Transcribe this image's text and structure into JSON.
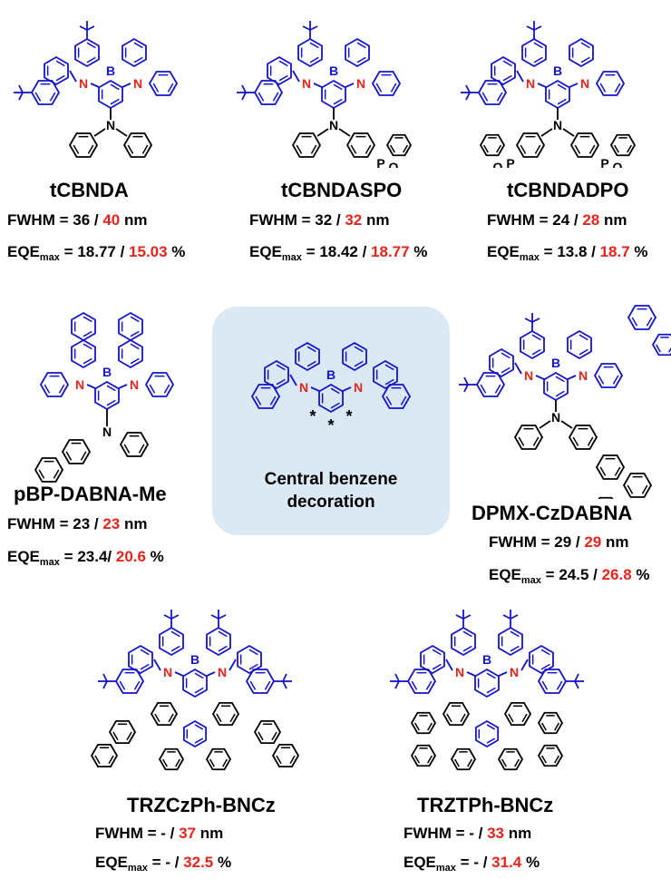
{
  "compounds": [
    {
      "name": "tCBNDA",
      "fwhm_label": "FWHM = ",
      "fwhm_a": "36",
      "fwhm_sep": " / ",
      "fwhm_b": "40",
      "fwhm_unit": " nm",
      "eqe_label": "EQE",
      "eqe_sub": "max",
      "eqe_eq": " = ",
      "eqe_a": "18.77",
      "eqe_sep": " / ",
      "eqe_b": "15.03",
      "eqe_unit": " %"
    },
    {
      "name": "tCBNDASPO",
      "fwhm_label": "FWHM = ",
      "fwhm_a": "32",
      "fwhm_sep": " / ",
      "fwhm_b": "32",
      "fwhm_unit": " nm",
      "eqe_label": "EQE",
      "eqe_sub": "max",
      "eqe_eq": " = ",
      "eqe_a": "18.42",
      "eqe_sep": " / ",
      "eqe_b": "18.77",
      "eqe_unit": " %"
    },
    {
      "name": "tCBNDADPO",
      "fwhm_label": "FWHM = ",
      "fwhm_a": "24",
      "fwhm_sep": " / ",
      "fwhm_b": "28",
      "fwhm_unit": " nm",
      "eqe_label": "EQE",
      "eqe_sub": "max",
      "eqe_eq": " = ",
      "eqe_a": "13.8",
      "eqe_sep": " / ",
      "eqe_b": "18.7",
      "eqe_unit": " %"
    },
    {
      "name": "pBP-DABNA-Me",
      "fwhm_label": "FWHM = ",
      "fwhm_a": "23",
      "fwhm_sep": " / ",
      "fwhm_b": "23",
      "fwhm_unit": " nm",
      "eqe_label": "EQE",
      "eqe_sub": "max",
      "eqe_eq": " = ",
      "eqe_a": "23.4",
      "eqe_sep": "/ ",
      "eqe_b": "20.6",
      "eqe_unit": " %"
    },
    {
      "name": "DPMX-CzDABNA",
      "fwhm_label": "FWHM = ",
      "fwhm_a": "29",
      "fwhm_sep": " / ",
      "fwhm_b": "29",
      "fwhm_unit": " nm",
      "eqe_label": "EQE",
      "eqe_sub": "max",
      "eqe_eq": " = ",
      "eqe_a": "24.5",
      "eqe_sep": " / ",
      "eqe_b": "26.8",
      "eqe_unit": " %"
    },
    {
      "name": "TRZCzPh-BNCz",
      "fwhm_label": "FWHM = ",
      "fwhm_a": "-",
      "fwhm_sep": " / ",
      "fwhm_b": "37",
      "fwhm_unit": " nm",
      "eqe_label": "EQE",
      "eqe_sub": "max",
      "eqe_eq": " = ",
      "eqe_a": "-",
      "eqe_sep": " / ",
      "eqe_b": "32.5",
      "eqe_unit": " %"
    },
    {
      "name": "TRZTPh-BNCz",
      "fwhm_label": "FWHM = ",
      "fwhm_a": "-",
      "fwhm_sep": " / ",
      "fwhm_b": "33",
      "fwhm_unit": " nm",
      "eqe_label": "EQE",
      "eqe_sub": "max",
      "eqe_eq": " = ",
      "eqe_a": "-",
      "eqe_sep": " / ",
      "eqe_b": "31.4",
      "eqe_unit": " %"
    }
  ],
  "center": {
    "line1": "Central benzene",
    "line2": "decoration",
    "star": "*"
  },
  "atoms": {
    "boron": "B",
    "nitrogen": "N",
    "phosphorus": "P",
    "oxygen": "O"
  },
  "colors": {
    "core_blue": "#1414c8",
    "nitrogen_red": "#e8231c",
    "value_red": "#e8231c",
    "panel_blue": "#dbe9f5",
    "black": "#000000"
  }
}
